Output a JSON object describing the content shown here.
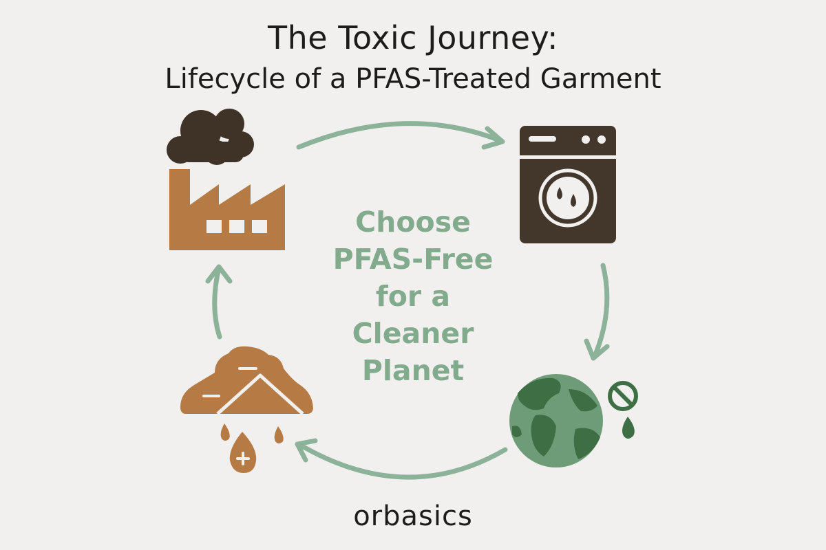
{
  "title": "The Toxic Journey:",
  "subtitle": "Lifecycle of a PFAS-Treated Garment",
  "center_message": [
    "Choose",
    "PFAS-Free",
    "for a",
    "Cleaner",
    "Planet"
  ],
  "brand": "orbasics",
  "colors": {
    "arrow": "#8cb29a",
    "message": "#82ab8e",
    "factory": "#b67b45",
    "smoke": "#3f3327",
    "washer": "#43372c",
    "landfill": "#b67b45",
    "globe_land": "#3e6e43",
    "globe_sea": "#6f9c78"
  },
  "nodes": [
    {
      "name": "factory",
      "icon": "factory-icon"
    },
    {
      "name": "washing",
      "icon": "washing-machine-icon"
    },
    {
      "name": "environment",
      "icon": "earth-contamination-icon"
    },
    {
      "name": "landfill",
      "icon": "landfill-leaching-icon"
    }
  ]
}
